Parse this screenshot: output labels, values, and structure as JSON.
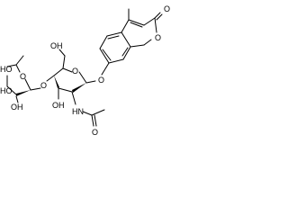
{
  "molecule": {
    "atoms": {
      "carbonyl_o": "O",
      "lactone_o": "O",
      "aryl_ether_o": "O",
      "ring_o_glcnac": "O",
      "ring_o_fucose": "O",
      "glycosidic_o": "O",
      "ch2oh": "OH",
      "oh_c3": "OH",
      "nh": "HN",
      "acetyl_o": "O",
      "fuc_ho_1": "HO",
      "fuc_ho_2": "HO",
      "fuc_oh": "OH"
    },
    "colors": {
      "ink": "#000000",
      "background": "#ffffff"
    }
  }
}
